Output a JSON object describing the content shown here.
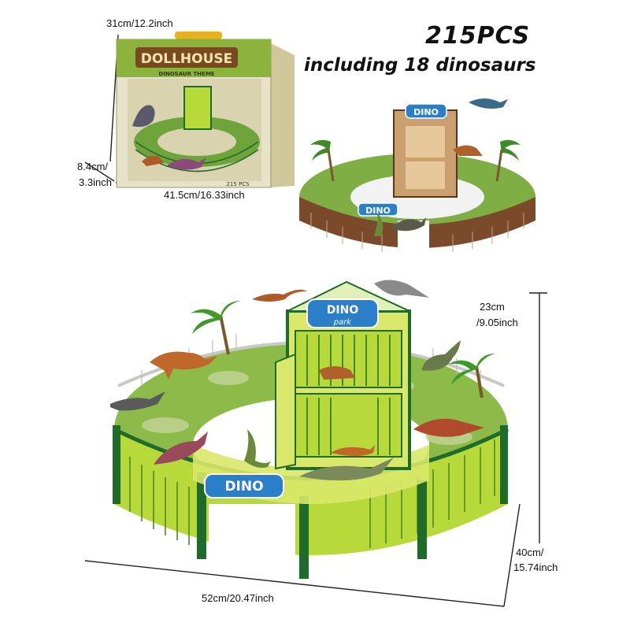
{
  "headline": {
    "pieces": "215PCS",
    "subtitle": "including 18 dinosaurs"
  },
  "box": {
    "brand": "DOLLHOUSE",
    "theme": "DINOSAUR THEME",
    "pcs_label": "215 PCS",
    "height_label": "31cm/12.2inch",
    "depth_label_line1": "8.4cm/",
    "depth_label_line2": "3.3inch",
    "width_label": "41.5cm/16.33inch"
  },
  "playset": {
    "sign_main": "DINO",
    "sign_sub": "park",
    "gate_sign": "DINO",
    "height_label_line1": "23cm",
    "height_label_line2": "/9.05inch",
    "depth_label_line1": "40cm/",
    "depth_label_line2": "15.74inch",
    "width_label": "52cm/20.47inch"
  },
  "colors": {
    "fence_dark_green": "#1f6b2a",
    "fence_lime": "#b8d93a",
    "fence_yellow": "#d9e86a",
    "floor_green": "#8dbb4a",
    "fence_brown": "#7a4a2a",
    "box_beige": "#e8e2c8",
    "sign_blue": "#2a7fc8"
  }
}
